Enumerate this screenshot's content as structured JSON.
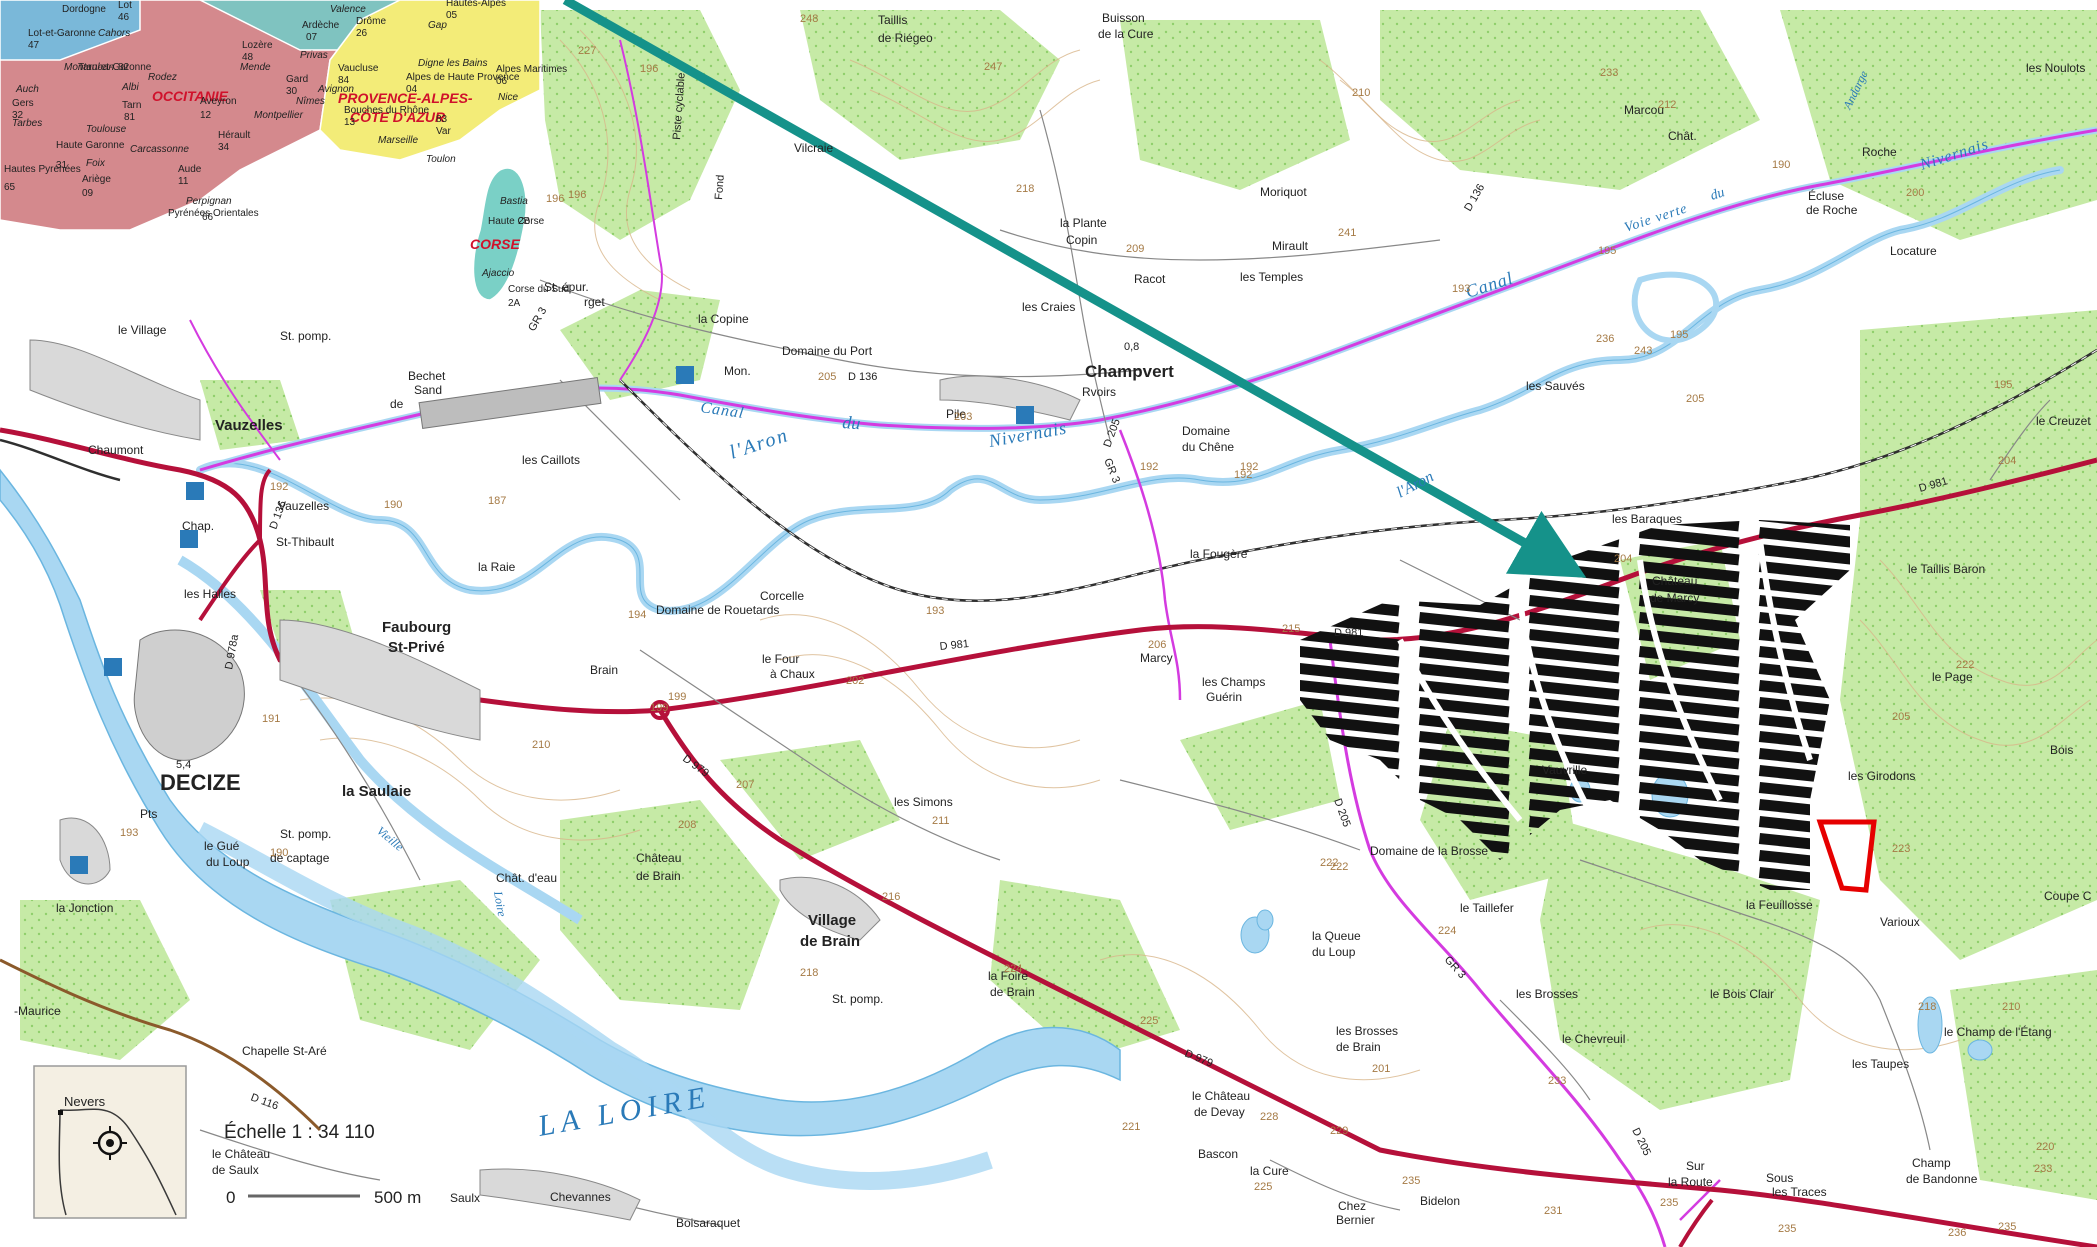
{
  "colors": {
    "background": "#ffffff",
    "forest": "#c6eaa6",
    "forest_dense": "#a8dd85",
    "water": "#a9d7f2",
    "water_stroke": "#6bb6e0",
    "main_road": "#b5103a",
    "canal_path": "#d43be0",
    "railway": "#2f2f2f",
    "arrow": "#15928a",
    "site_outline": "#e60000",
    "solar_panels": "#111111",
    "occitanie": "#d4898d",
    "paca": "#f3ec78",
    "corse": "#7ad0c6",
    "auvergne": "#7ab8d9"
  },
  "icons": [
    "location-target-icon",
    "harbor-icon",
    "church-icon",
    "railway-icon"
  ],
  "inset_map": {
    "regions": [
      {
        "name": "OCCITANIE",
        "color": "#d4898d"
      },
      {
        "name": "PROVENCE-ALPES-",
        "color": "#f3ec78"
      },
      {
        "name": "CÔTE D'AZUR",
        "color": "#f3ec78"
      },
      {
        "name": "CORSE",
        "color": "#7ad0c6"
      }
    ],
    "departments": [
      {
        "label": "Dordogne"
      },
      {
        "label": "Lot"
      },
      {
        "label": "46"
      },
      {
        "label": "Lot-et-Garonne"
      },
      {
        "label": "47"
      },
      {
        "label": "Tarn-et-Garonne"
      },
      {
        "label": "82"
      },
      {
        "label": "Tarn"
      },
      {
        "label": "81"
      },
      {
        "label": "Aveyron"
      },
      {
        "label": "12"
      },
      {
        "label": "Lozère"
      },
      {
        "label": "48"
      },
      {
        "label": "Ardèche"
      },
      {
        "label": "07"
      },
      {
        "label": "Drôme"
      },
      {
        "label": "26"
      },
      {
        "label": "Hautes-Alpes"
      },
      {
        "label": "05"
      },
      {
        "label": "Gard"
      },
      {
        "label": "30"
      },
      {
        "label": "Vaucluse"
      },
      {
        "label": "84"
      },
      {
        "label": "Alpes de Haute Provence"
      },
      {
        "label": "04"
      },
      {
        "label": "Alpes Maritimes"
      },
      {
        "label": "06"
      },
      {
        "label": "Bouches du Rhône"
      },
      {
        "label": "13"
      },
      {
        "label": "Var"
      },
      {
        "label": "83"
      },
      {
        "label": "Hérault"
      },
      {
        "label": "34"
      },
      {
        "label": "Gers"
      },
      {
        "label": "32"
      },
      {
        "label": "Haute Garonne"
      },
      {
        "label": "31"
      },
      {
        "label": "Aude"
      },
      {
        "label": "11"
      },
      {
        "label": "Ariège"
      },
      {
        "label": "09"
      },
      {
        "label": "Hautes Pyrénées"
      },
      {
        "label": "65"
      },
      {
        "label": "Pyrénées Orientales"
      },
      {
        "label": "66"
      },
      {
        "label": "Haute Corse"
      },
      {
        "label": "2B"
      },
      {
        "label": "Corse du Sud"
      },
      {
        "label": "2A"
      }
    ],
    "cities": [
      "Toulouse",
      "Marseille",
      "Ajaccio",
      "Nice",
      "Toulon",
      "Avignon",
      "Montpellier",
      "Digne les Bains",
      "Carcassonne",
      "Bastia",
      "Rodez",
      "Mende",
      "Privas",
      "Gap",
      "Valence",
      "Nîmes",
      "Albi",
      "Cahors",
      "Montauban",
      "Auch",
      "Tarbes",
      "Foix",
      "Perpignan"
    ]
  },
  "map": {
    "scale": {
      "label": "Échelle 1 : 34 110",
      "zero": "0",
      "distance": "500 m"
    },
    "locator": {
      "city": "Nevers"
    },
    "towns": [
      {
        "name": "DECIZE"
      },
      {
        "name": "Champvert"
      },
      {
        "name": "Vauzelles"
      },
      {
        "name": "Faubourg"
      },
      {
        "name": "St-Privé"
      },
      {
        "name": "Village"
      },
      {
        "name": "de Brain"
      },
      {
        "name": "la Saulaie"
      }
    ],
    "places": [
      {
        "name": "le Village"
      },
      {
        "name": "Chaumont"
      },
      {
        "name": "St-Thibault"
      },
      {
        "name": "les Halles"
      },
      {
        "name": "les Caillots"
      },
      {
        "name": "la Raie"
      },
      {
        "name": "Domaine de Rouetards"
      },
      {
        "name": "Corcelle"
      },
      {
        "name": "le Four"
      },
      {
        "name": "à Chaux"
      },
      {
        "name": "Brain"
      },
      {
        "name": "Marcy"
      },
      {
        "name": "les Champs"
      },
      {
        "name": "Guérin"
      },
      {
        "name": "la Fougère"
      },
      {
        "name": "Domaine"
      },
      {
        "name": "du Chêne"
      },
      {
        "name": "la Copine"
      },
      {
        "name": "Domaine du Port"
      },
      {
        "name": "les Craies"
      },
      {
        "name": "la Plante"
      },
      {
        "name": "Copin"
      },
      {
        "name": "Racot"
      },
      {
        "name": "les Temples"
      },
      {
        "name": "Moriquot"
      },
      {
        "name": "Mirault"
      },
      {
        "name": "Vilcraie"
      },
      {
        "name": "Taillis"
      },
      {
        "name": "de Riégeo"
      },
      {
        "name": "Buisson"
      },
      {
        "name": "de la Cure"
      },
      {
        "name": "Marcou"
      },
      {
        "name": "Chât."
      },
      {
        "name": "Roche"
      },
      {
        "name": "Écluse"
      },
      {
        "name": "de Roche"
      },
      {
        "name": "Locature"
      },
      {
        "name": "les Noulots"
      },
      {
        "name": "les Sauvés"
      },
      {
        "name": "le Creuzet"
      },
      {
        "name": "les Baraques"
      },
      {
        "name": "Château"
      },
      {
        "name": "de Marcy"
      },
      {
        "name": "le Taillis Baron"
      },
      {
        "name": "le Page"
      },
      {
        "name": "Bois"
      },
      {
        "name": "les Girodons"
      },
      {
        "name": "Coupe C"
      },
      {
        "name": "Vauvrille"
      },
      {
        "name": "la Feuillosse"
      },
      {
        "name": "Varioux"
      },
      {
        "name": "le Bois Clair"
      },
      {
        "name": "le Champ de l'Étang"
      },
      {
        "name": "les Taupes"
      },
      {
        "name": "Champ"
      },
      {
        "name": "de Bandonne"
      },
      {
        "name": "Sur"
      },
      {
        "name": "la Route"
      },
      {
        "name": "Sous"
      },
      {
        "name": "les Traces"
      },
      {
        "name": "Domaine de la Brosse"
      },
      {
        "name": "le Taillefer"
      },
      {
        "name": "la Queue"
      },
      {
        "name": "du Loup"
      },
      {
        "name": "les Brosses"
      },
      {
        "name": "le Chevreuil"
      },
      {
        "name": "les Brosses"
      },
      {
        "name": "de Brain"
      },
      {
        "name": "les Simons"
      },
      {
        "name": "Château"
      },
      {
        "name": "de Brain"
      },
      {
        "name": "la Foire"
      },
      {
        "name": "de Brain"
      },
      {
        "name": "le Château"
      },
      {
        "name": "de Devay"
      },
      {
        "name": "Bascon"
      },
      {
        "name": "la Cure"
      },
      {
        "name": "Chez"
      },
      {
        "name": "Bernier"
      },
      {
        "name": "Bidelon"
      },
      {
        "name": "Chevannes"
      },
      {
        "name": "Boisaraquet"
      },
      {
        "name": "Saulx"
      },
      {
        "name": "le Château"
      },
      {
        "name": "de Saulx"
      },
      {
        "name": "Chapelle St-Aré"
      },
      {
        "name": "-Maurice"
      },
      {
        "name": "la Jonction"
      },
      {
        "name": "le Gué"
      },
      {
        "name": "du Loup"
      },
      {
        "name": "Pts"
      },
      {
        "name": "de captage"
      },
      {
        "name": "St. pomp."
      },
      {
        "name": "St. pomp."
      },
      {
        "name": "St. épur."
      },
      {
        "name": "rget"
      },
      {
        "name": "Bechet"
      },
      {
        "name": "Sand"
      },
      {
        "name": "de"
      },
      {
        "name": "Vauzelles"
      },
      {
        "name": "Chap."
      },
      {
        "name": "St. pomp."
      },
      {
        "name": "Chât. d'eau"
      },
      {
        "name": "Rvoirs"
      },
      {
        "name": "Mon."
      },
      {
        "name": "Pile"
      },
      {
        "name": "Pont"
      }
    ],
    "water_labels": [
      {
        "name": "LA LOIRE"
      },
      {
        "name": "l'Aron"
      },
      {
        "name": "du"
      },
      {
        "name": "Canal"
      },
      {
        "name": "Nivernais"
      },
      {
        "name": "Canal"
      },
      {
        "name": "Voie verte"
      },
      {
        "name": "du"
      },
      {
        "name": "Nivernais"
      },
      {
        "name": "Vieille"
      },
      {
        "name": "Loire"
      },
      {
        "name": "l'Aron"
      },
      {
        "name": "Andarge"
      }
    ],
    "road_labels": [
      {
        "name": "D 981"
      },
      {
        "name": "D 981"
      },
      {
        "name": "D 981"
      },
      {
        "name": "D 979"
      },
      {
        "name": "D 979"
      },
      {
        "name": "D 136"
      },
      {
        "name": "D 136"
      },
      {
        "name": "D 205"
      },
      {
        "name": "D 205"
      },
      {
        "name": "D 205"
      },
      {
        "name": "D 978a"
      },
      {
        "name": "D 116"
      },
      {
        "name": "D 136"
      },
      {
        "name": "GR 3"
      },
      {
        "name": "GR 3"
      },
      {
        "name": "GR 3"
      },
      {
        "name": "0,8"
      },
      {
        "name": "5,4"
      },
      {
        "name": "Piste cyclable"
      },
      {
        "name": "Fond"
      }
    ],
    "elevations": [
      "227",
      "196",
      "248",
      "196",
      "247",
      "210",
      "233",
      "212",
      "190",
      "200",
      "196",
      "218",
      "209",
      "241",
      "193",
      "195",
      "236",
      "243",
      "195",
      "205",
      "205",
      "203",
      "192",
      "187",
      "190",
      "192",
      "194",
      "193",
      "202",
      "215",
      "206",
      "192",
      "199",
      "210",
      "207",
      "208",
      "211",
      "216",
      "218",
      "224",
      "191",
      "190",
      "193",
      "222",
      "224",
      "225",
      "233",
      "221",
      "228",
      "229",
      "225",
      "235",
      "231",
      "235",
      "235",
      "236",
      "218",
      "223",
      "222",
      "205",
      "204",
      "195",
      "210",
      "220",
      "233",
      "235",
      "201",
      "199",
      "222",
      "204",
      "192"
    ]
  }
}
